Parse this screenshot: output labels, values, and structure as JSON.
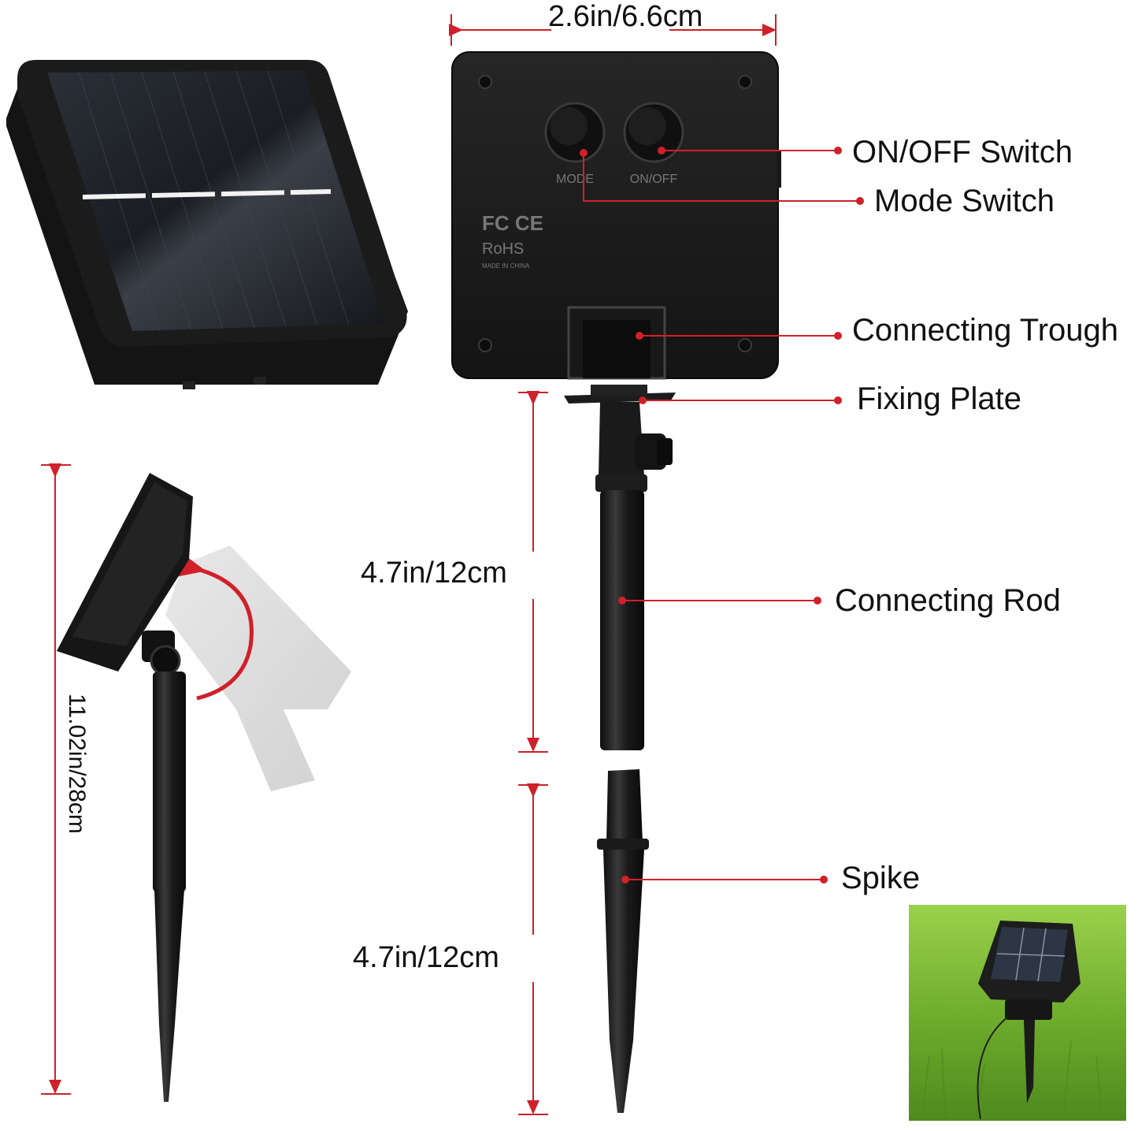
{
  "dimensions": {
    "width": "2.6in/6.6cm",
    "rod_length": "4.7in/12cm",
    "spike_length": "4.7in/12cm",
    "total_height": "11.02in/28cm"
  },
  "callouts": {
    "on_off_switch": "ON/OFF Switch",
    "mode_switch": "Mode Switch",
    "connecting_trough": "Connecting Trough",
    "fixing_plate": "Fixing Plate",
    "connecting_rod": "Connecting Rod",
    "spike": "Spike"
  },
  "panel_markings": {
    "mode_button_label": "MODE",
    "on_off_button_label": "ON/OFF",
    "certification_1": "FC CE",
    "certification_2": "RoHS",
    "origin": "MADE IN CHINA"
  },
  "colors": {
    "accent_red": "#d0202a",
    "device_black": "#1c1c1c",
    "grass_green": "#7fbf3a"
  }
}
